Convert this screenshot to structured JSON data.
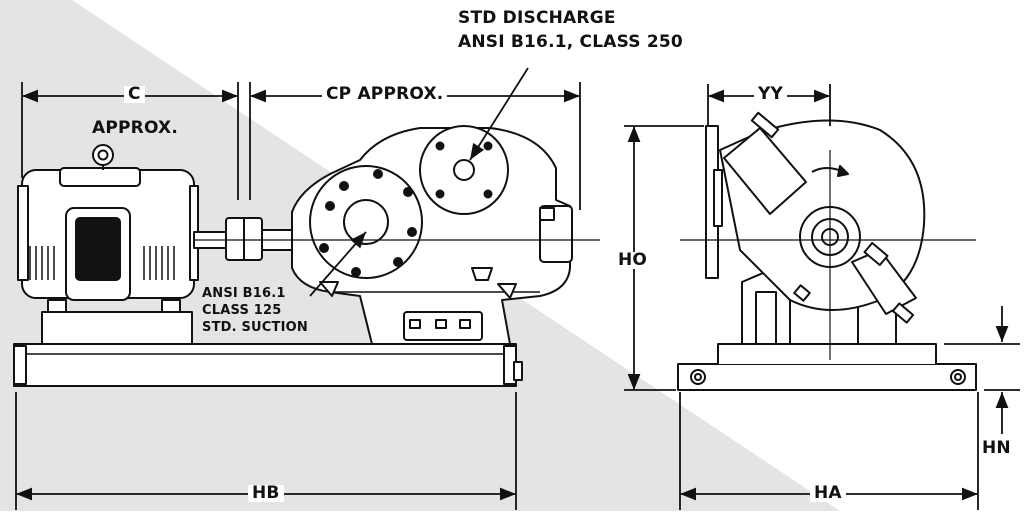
{
  "labels": {
    "c": "C",
    "c_approx": "APPROX.",
    "cp_approx": "CP APPROX.",
    "discharge_1": "STD DISCHARGE",
    "discharge_2": "ANSI B16.1, CLASS 250",
    "suction_1": "ANSI B16.1",
    "suction_2": "CLASS 125",
    "suction_3": "STD. SUCTION",
    "hb": "HB",
    "yy": "YY",
    "ho": "HO",
    "hn": "HN",
    "ha": "HA"
  },
  "colors": {
    "line": "#111111",
    "shade": "#e3e3e3",
    "fill": "#ffffff"
  }
}
